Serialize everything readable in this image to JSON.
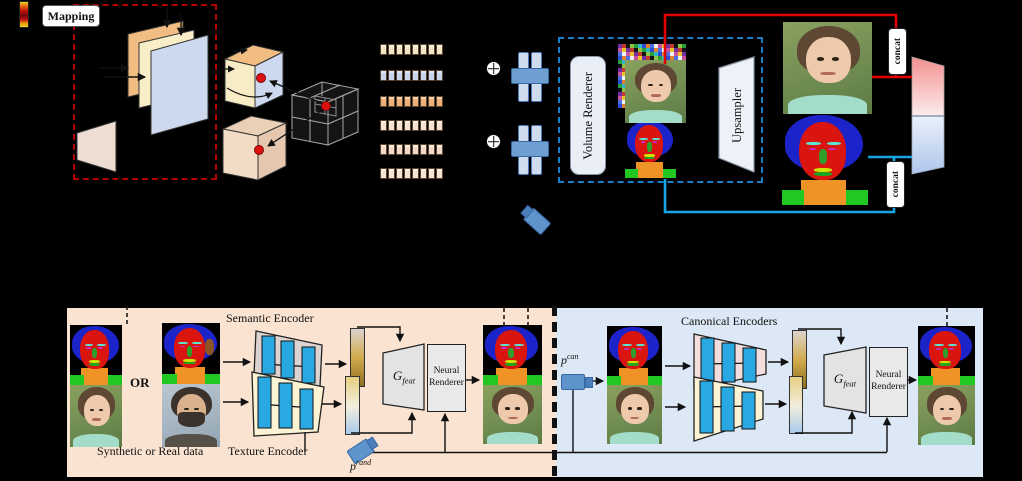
{
  "top": {
    "mapping": "Mapping",
    "volume_renderer": "Volume Renderer",
    "upsampler": "Upsampler",
    "concat_top": "concat",
    "concat_bottom": "concat",
    "feature_row_colors": [
      "#f3e7c3",
      "#c7d5e9",
      "#efae76",
      "#f7e1d3",
      "#f3d9c5",
      "#f5e5d3"
    ],
    "feature_map_palette": [
      "#c23b2e",
      "#2a4fd4",
      "#e8c32a",
      "#2a9e3a",
      "#f2f2f2",
      "#151515",
      "#e08030",
      "#7030a0",
      "#30b8c8",
      "#cc4f9e",
      "#93c24a",
      "#4a6fe0"
    ]
  },
  "bottom_left": {
    "semantic_encoder": "Semantic Encoder",
    "texture_encoder": "Texture Encoder",
    "or": "OR",
    "caption": "Synthetic or Real data",
    "g_feat": {
      "base": "G",
      "sub": "feat"
    },
    "neural_renderer": {
      "line1": "Neural",
      "line2": "Renderer"
    },
    "p_rand": {
      "base": "p",
      "sup": "rand"
    }
  },
  "bottom_right": {
    "canonical_encoders": "Canonical Encoders",
    "g_feat": {
      "base": "G",
      "sub": "feat"
    },
    "neural_renderer": {
      "line1": "Neural",
      "line2": "Renderer"
    },
    "p_can": {
      "base": "p",
      "sup": "can"
    }
  },
  "colors": {
    "accent_red": "#e30000",
    "accent_blue": "#18a5e6",
    "dashed_red": "#b40000",
    "dashed_blue": "#1a7ec9",
    "panel_left_bg": "#fae3d0",
    "panel_right_bg": "#dce8f5",
    "encoder_bar_blue": "#29a8e2",
    "camera_blue": "#5e93cc"
  }
}
